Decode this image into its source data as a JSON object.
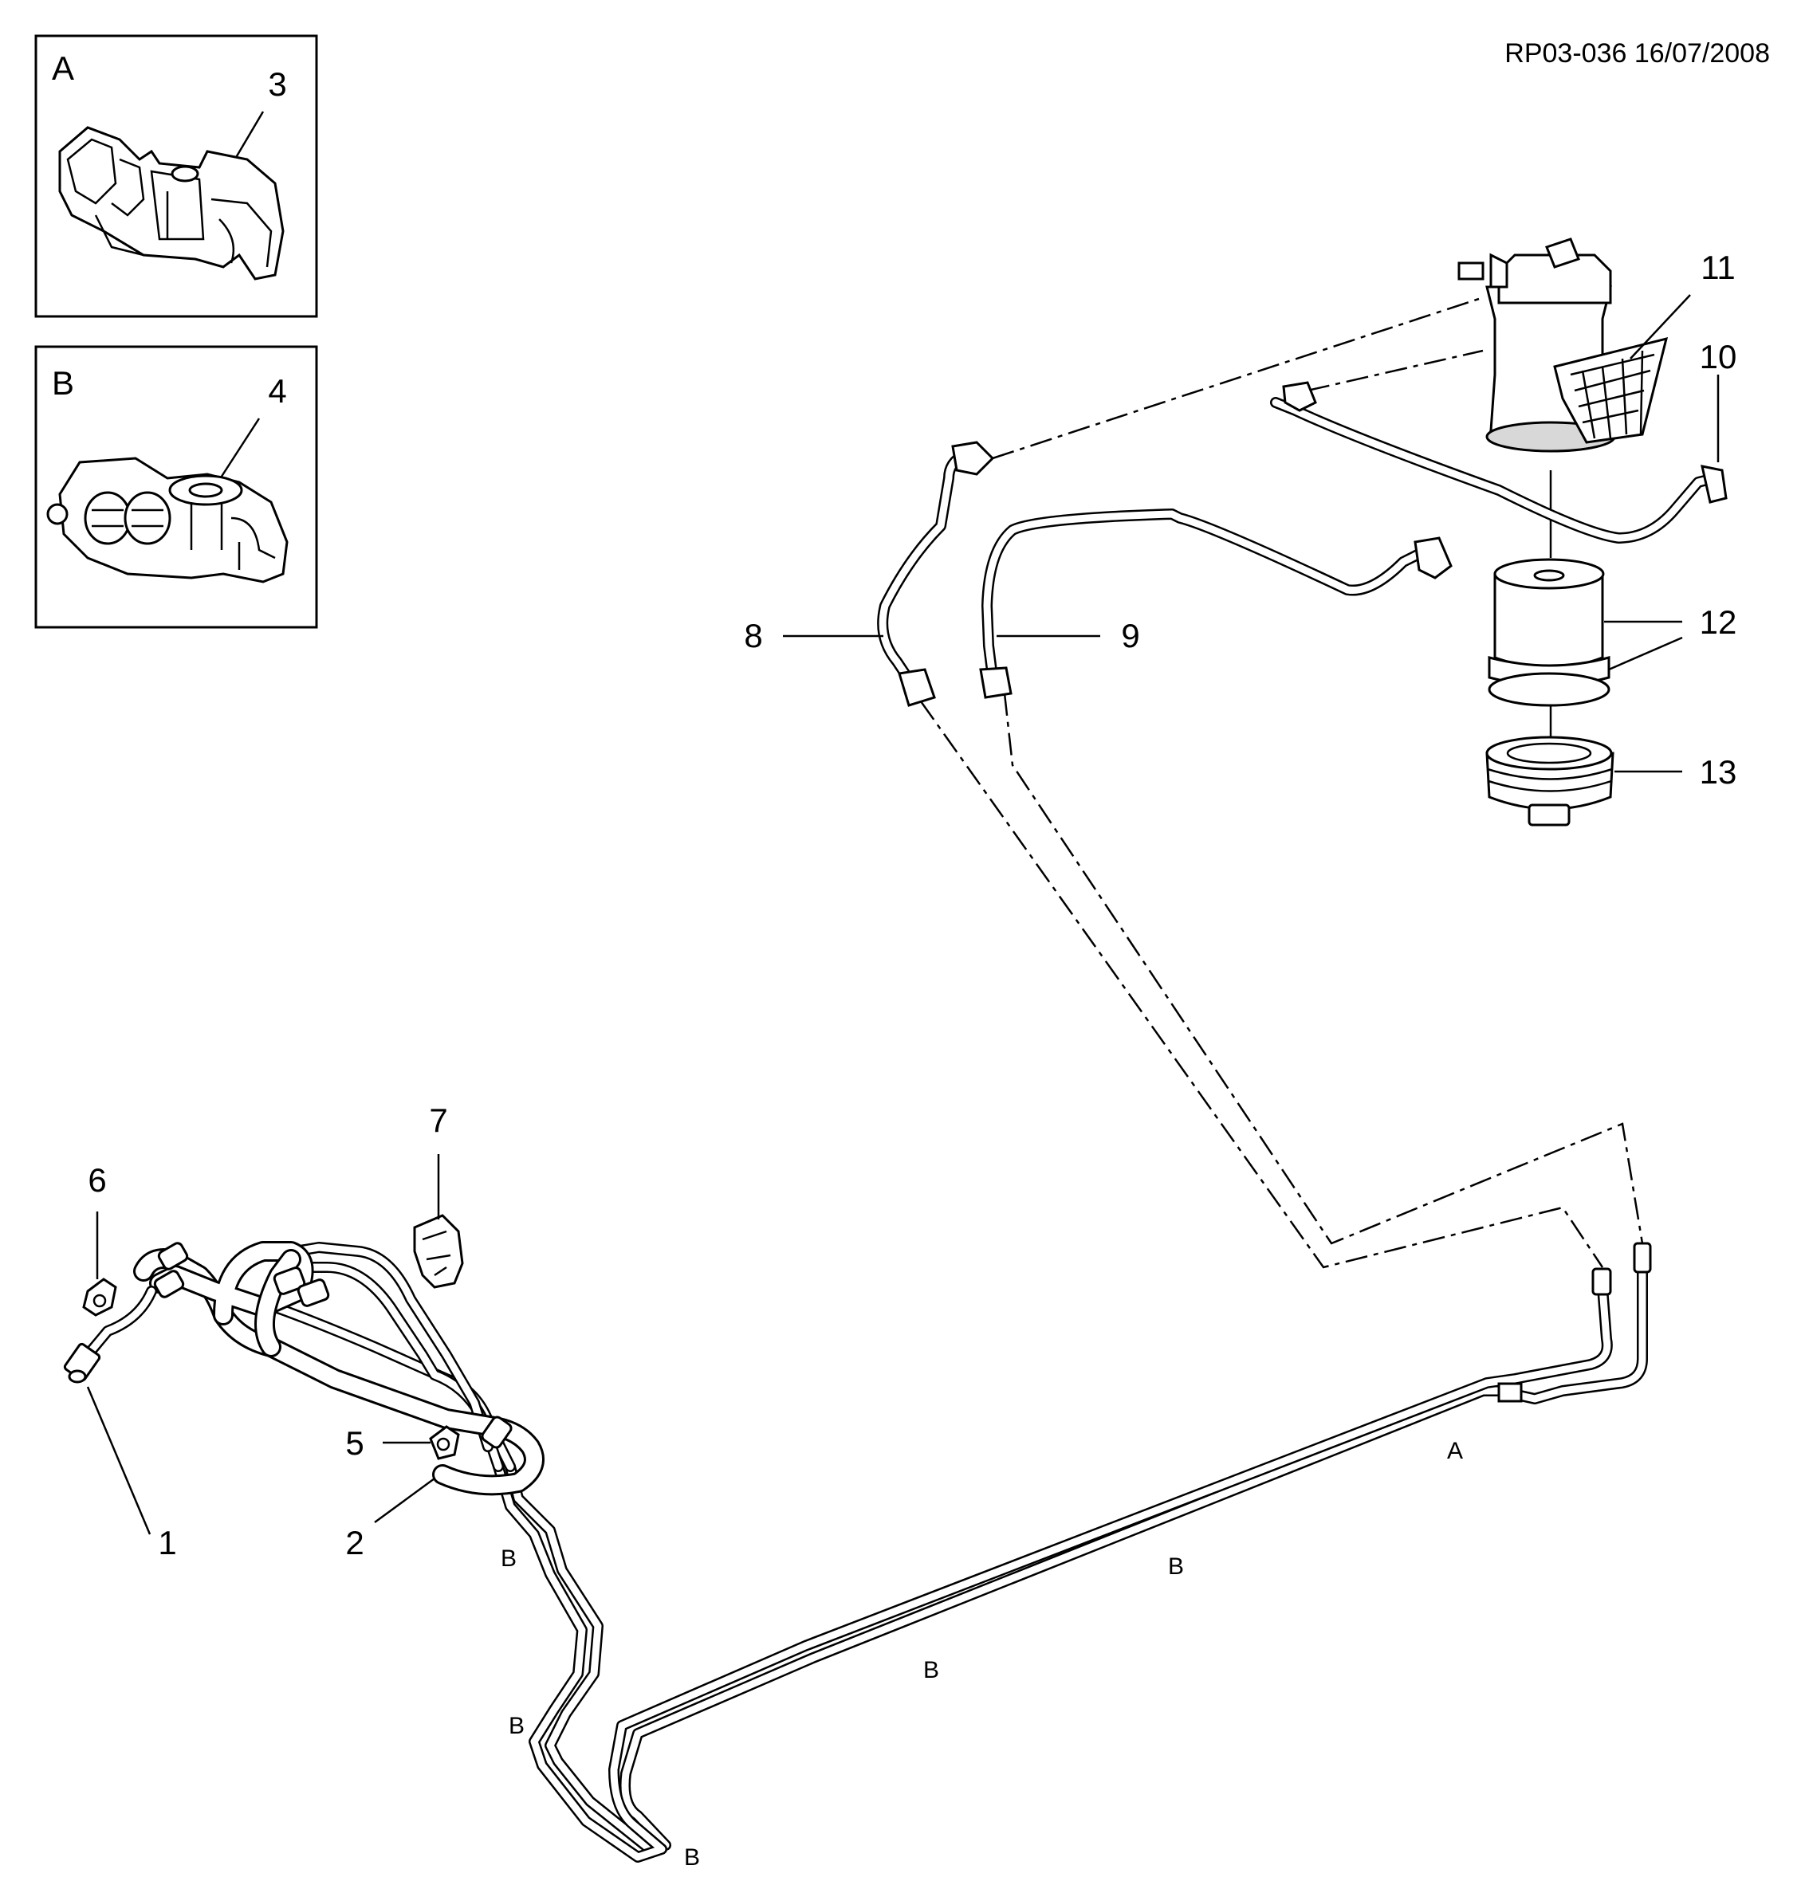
{
  "reference": "RP03-036 16/07/2008",
  "insets": [
    {
      "letter": "A",
      "callout": "3"
    },
    {
      "letter": "B",
      "callout": "4"
    }
  ],
  "callouts": [
    "1",
    "2",
    "5",
    "6",
    "7",
    "8",
    "9",
    "10",
    "11",
    "12",
    "13"
  ],
  "line_tags": {
    "a1": "A",
    "b1": "B",
    "b2": "B",
    "b3": "B",
    "b4": "B",
    "b5": "B"
  }
}
